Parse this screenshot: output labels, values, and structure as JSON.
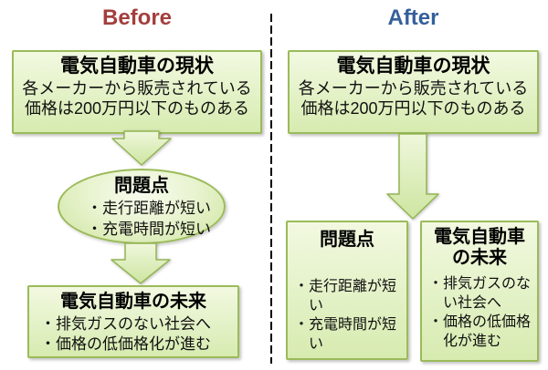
{
  "colors": {
    "page_bg": "#ffffff",
    "border": "#9bbb59",
    "fill_top": "#f2f9e1",
    "fill_bottom": "#d7ebb0",
    "before_title": "#a33e3c",
    "after_title": "#35609a",
    "divider": "#000000",
    "text": "#111111"
  },
  "header": {
    "before_label": "Before",
    "after_label": "After"
  },
  "before": {
    "current": {
      "title": "電気自動車の現状",
      "lines": [
        "各メーカーから販売されている",
        "価格は200万円以下のものある"
      ]
    },
    "problems": {
      "title": "問題点",
      "items": [
        "・走行距離が短い",
        "・充電時間が短い"
      ]
    },
    "future": {
      "title": "電気自動車の未来",
      "items": [
        "・排気ガスのない社会へ",
        "・価格の低価格化が進む"
      ]
    }
  },
  "after": {
    "current": {
      "title": "電気自動車の現状",
      "lines": [
        "各メーカーから販売されている",
        "価格は200万円以下のものある"
      ]
    },
    "problems": {
      "title": "問題点",
      "items": [
        "・走行距離が短\nい",
        "・充電時間が短\nい"
      ]
    },
    "future": {
      "title": "電気自動車\nの未来",
      "items": [
        "・排気ガスのな\nい社会へ",
        "・価格の低価格\n化が進む"
      ]
    }
  }
}
